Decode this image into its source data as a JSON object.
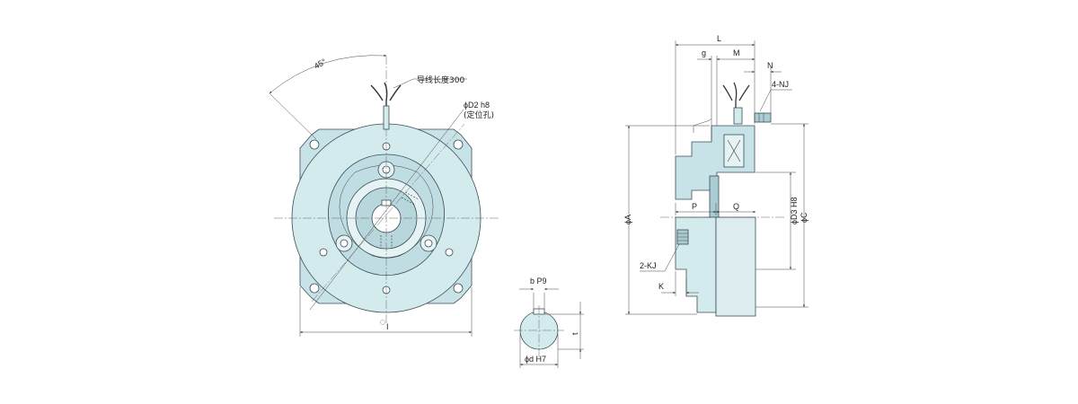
{
  "front_view": {
    "angle_label": "45°",
    "lead_wire_label": "导线长度300",
    "locating_hole_label": "ϕD2 h8",
    "locating_hole_note": "(定位孔)",
    "width_label": "I"
  },
  "shaft_section": {
    "key_width_label": "b P9",
    "key_depth_label": "t",
    "bore_label": "ϕd H7"
  },
  "side_view": {
    "overall_length_label": "L",
    "g_label": "g",
    "m_label": "M",
    "n_label": "N",
    "mount_thread_label": "4-NJ",
    "outer_dia_label": "ϕA",
    "p_label": "P",
    "q_label": "Q",
    "spigot_label": "ϕD3 H8",
    "pcd_label": "ϕC",
    "hub_thread_label": "2-KJ",
    "k_label": "K"
  },
  "colors": {
    "body_fill": "#d4ebee",
    "body_dark": "#a9cdd3",
    "line": "#333333"
  }
}
